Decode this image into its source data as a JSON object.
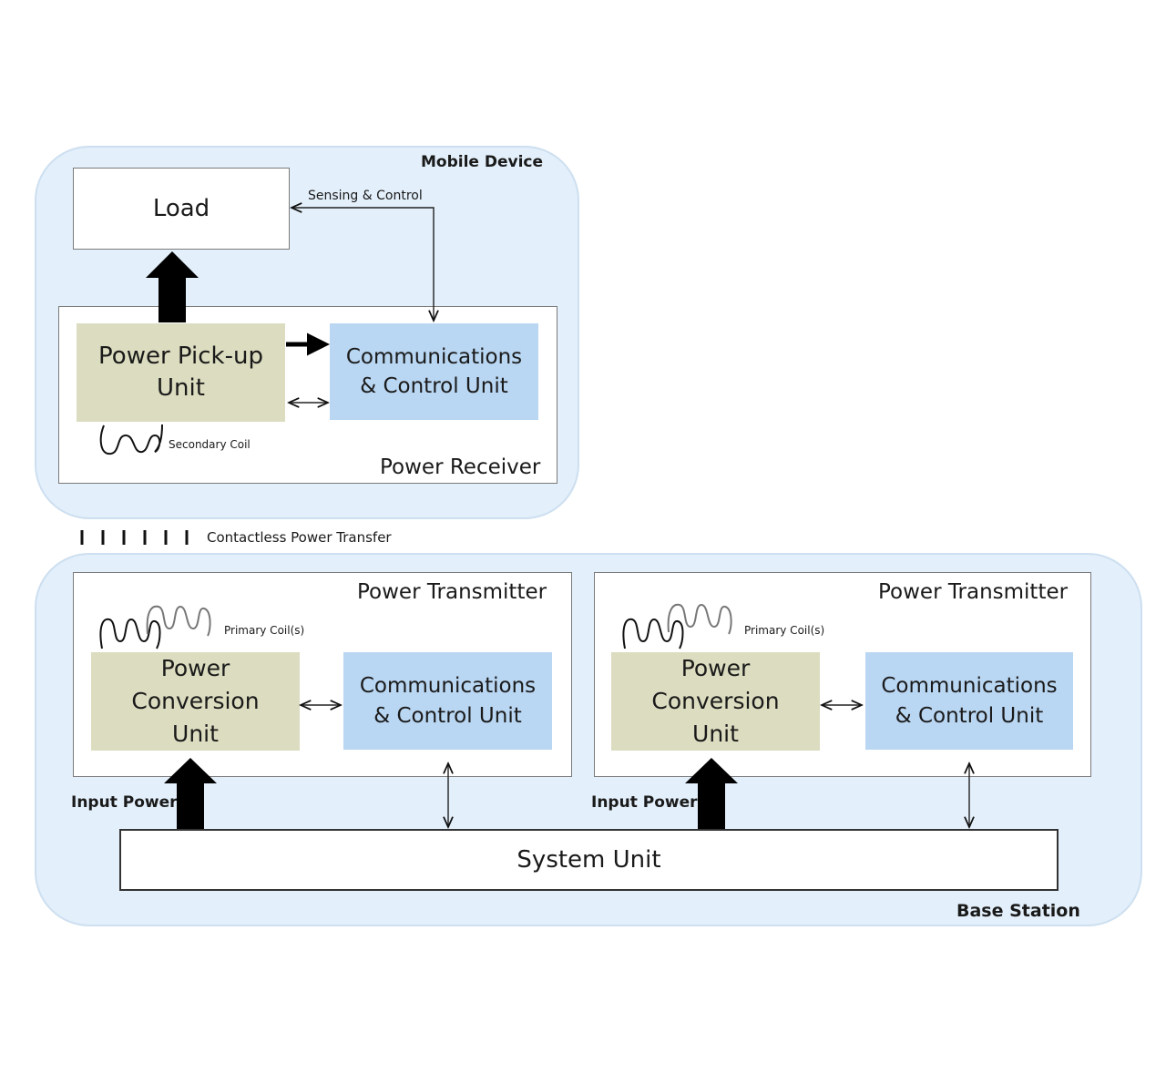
{
  "mobile_device": {
    "region_label": "Mobile Device",
    "load_label": "Load",
    "sensing_label": "Sensing & Control",
    "receiver": {
      "box_label": "Power Receiver",
      "pickup_line1": "Power Pick-up",
      "pickup_line2": "Unit",
      "comm_line1": "Communications",
      "comm_line2": "& Control Unit",
      "coil_label": "Secondary Coil"
    }
  },
  "transfer_label": "Contactless Power Transfer",
  "base_station": {
    "region_label": "Base Station",
    "system_unit_label": "System Unit",
    "transmitters": [
      {
        "box_label": "Power Transmitter",
        "coil_label": "Primary Coil(s)",
        "conv_line1": "Power",
        "conv_line2": "Conversion",
        "conv_line3": "Unit",
        "comm_line1": "Communications",
        "comm_line2": "& Control Unit",
        "input_label": "Input Power"
      },
      {
        "box_label": "Power Transmitter",
        "coil_label": "Primary Coil(s)",
        "conv_line1": "Power",
        "conv_line2": "Conversion",
        "conv_line3": "Unit",
        "comm_line1": "Communications",
        "comm_line2": "& Control Unit",
        "input_label": "Input Power"
      }
    ]
  }
}
